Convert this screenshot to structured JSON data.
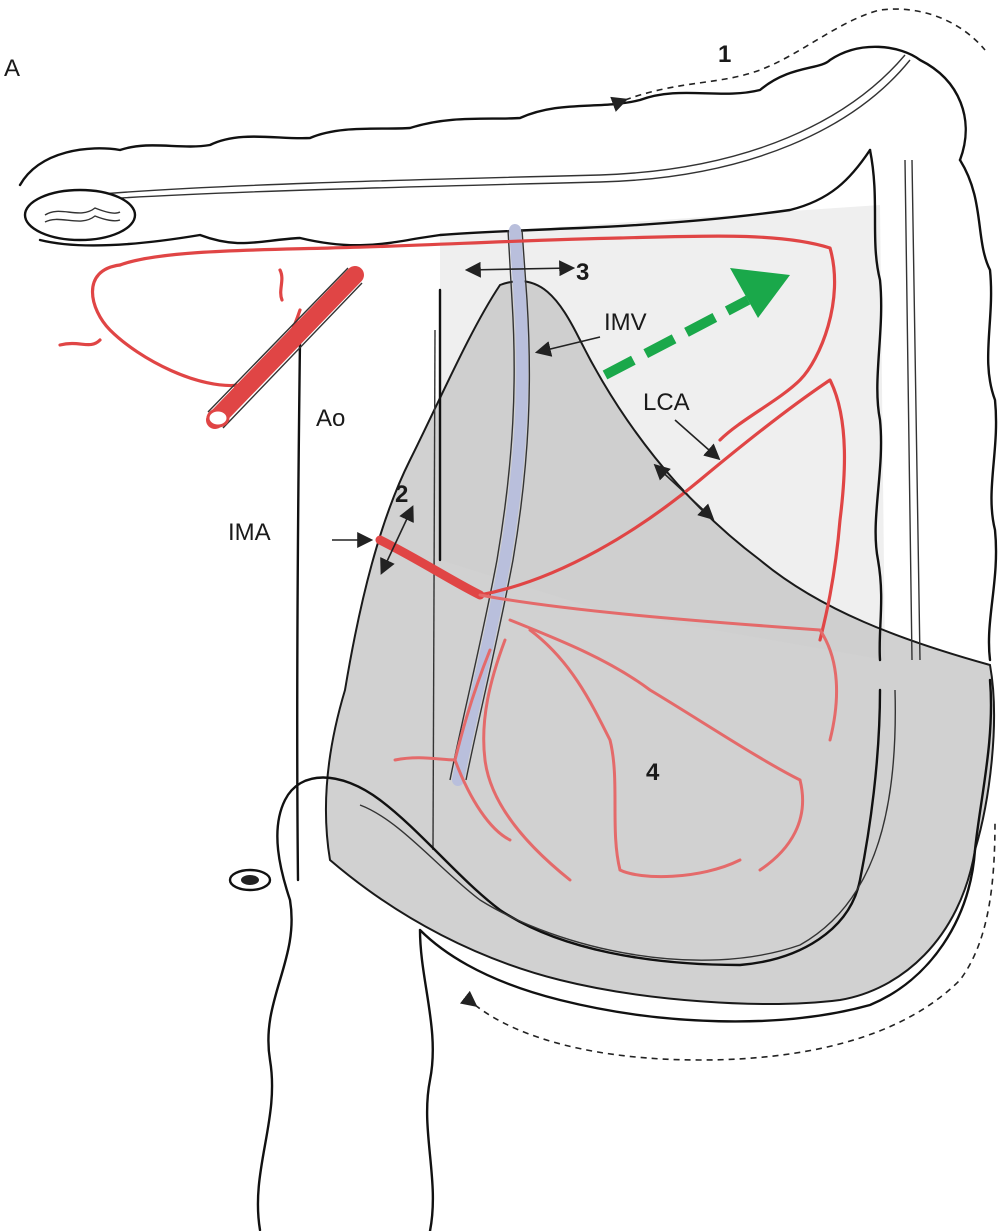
{
  "panel_label": "A",
  "labels": {
    "ao": "Ao",
    "ima": "IMA",
    "imv": "IMV",
    "lca": "LCA"
  },
  "steps": {
    "step1": "1",
    "step2": "2",
    "step3": "3",
    "step4": "4"
  },
  "colors": {
    "artery": "#e04545",
    "vein": "#b9bfdc",
    "mesentery": "#c9c9c9",
    "direction_arrow": "#1aa84a",
    "outline": "#111111"
  }
}
